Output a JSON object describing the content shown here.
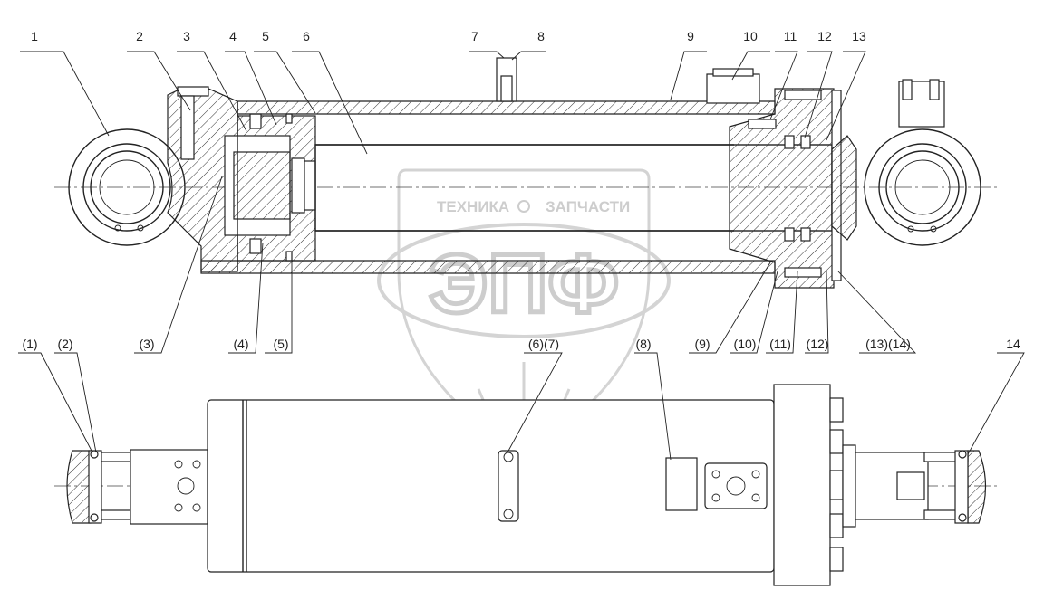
{
  "top_callouts": [
    "1",
    "2",
    "3",
    "4",
    "5",
    "6",
    "7",
    "8",
    "9",
    "10",
    "11",
    "12",
    "13"
  ],
  "mid_callouts": [
    "(3)",
    "(4)",
    "(5)",
    "(9)",
    "(10)",
    "(11)",
    "(12)",
    "(13)(14)"
  ],
  "lower_callouts": [
    "(1)",
    "(2)",
    "(6)(7)",
    "(8)",
    "14"
  ],
  "watermark": {
    "left": "ТЕХНИКА",
    "right": "ЗАПЧАСТИ",
    "logo": "ЭПФ"
  }
}
